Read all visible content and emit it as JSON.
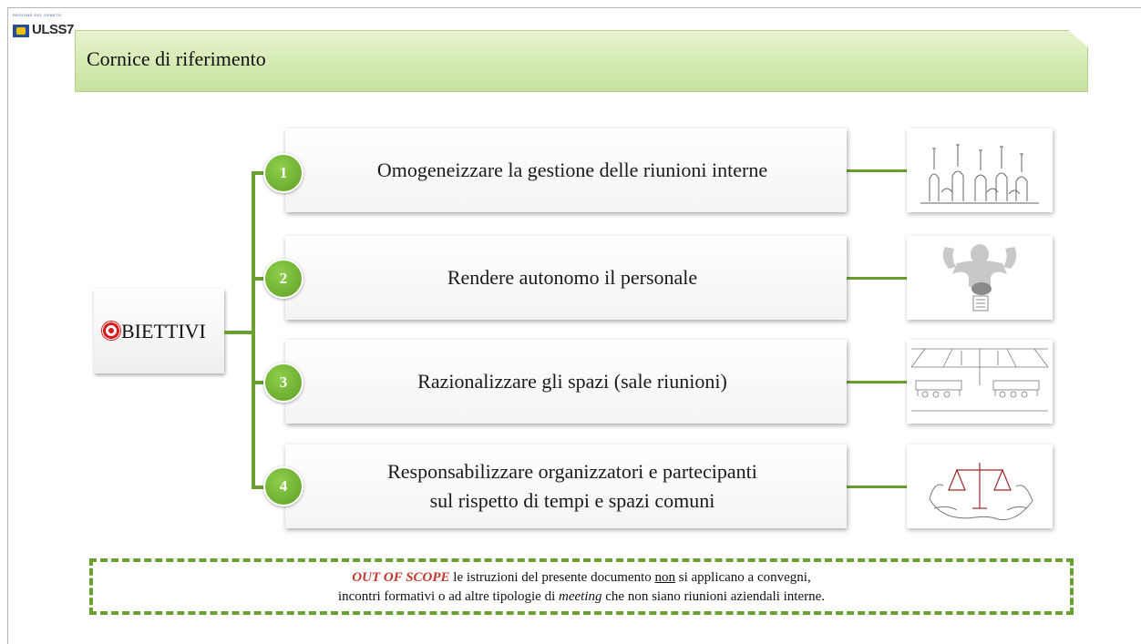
{
  "logo": {
    "region": "REGIONE DEL VENETO",
    "name": "ULSS7"
  },
  "title": "Cornice di riferimento",
  "objectives_label": "BIETTIVI",
  "steps": [
    {
      "number": "1",
      "lines": [
        "Omogeneizzare la gestione delle riunioni interne"
      ],
      "image": "raised-hands"
    },
    {
      "number": "2",
      "lines": [
        "Rendere autonomo il personale"
      ],
      "image": "strong-figure"
    },
    {
      "number": "3",
      "lines": [
        "Razionalizzare gli spazi (sale riunioni)"
      ],
      "image": "meeting-room"
    },
    {
      "number": "4",
      "lines": [
        "Responsabilizzare organizzatori e partecipanti",
        "sul rispetto di tempi e spazi comuni"
      ],
      "image": "scales-in-hands"
    }
  ],
  "out_of_scope": {
    "lead": "OUT OF SCOPE",
    "text_1": " le istruzioni del presente documento ",
    "underlined": "non",
    "text_2": " si applicano a convegni,",
    "line2_a": "incontri formativi o ad altre tipologie di ",
    "line2_italic": "meeting",
    "line2_b": " che non siano riunioni aziendali interne."
  },
  "colors": {
    "accent": "#6aa02f",
    "banner": "#c7e29d",
    "highlight": "#c0392b"
  }
}
